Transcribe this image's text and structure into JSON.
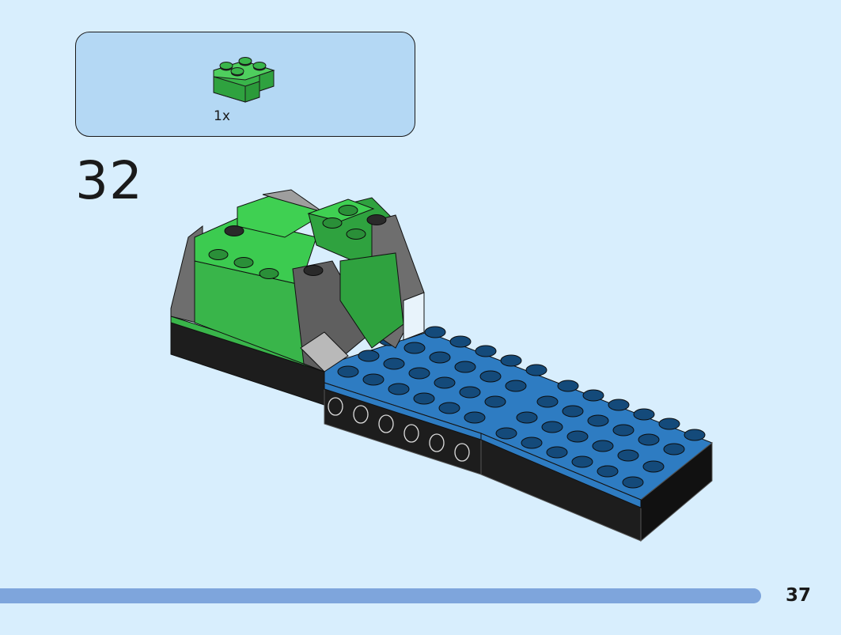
{
  "parts_callout": {
    "quantity": "1x",
    "part_color": "#39b54a",
    "part_icon": "green-corner-brick-icon"
  },
  "step": {
    "number": "32"
  },
  "page": {
    "number": "37",
    "progress_fraction": 1.0,
    "progress_color": "#7ea5dc"
  },
  "colors": {
    "background": "#d8eefd",
    "callout_bg": "#b4d8f4",
    "green": "#39b54a",
    "gray": "#6e6e6e",
    "blue": "#2e7cc2",
    "black": "#1a1a1a"
  }
}
